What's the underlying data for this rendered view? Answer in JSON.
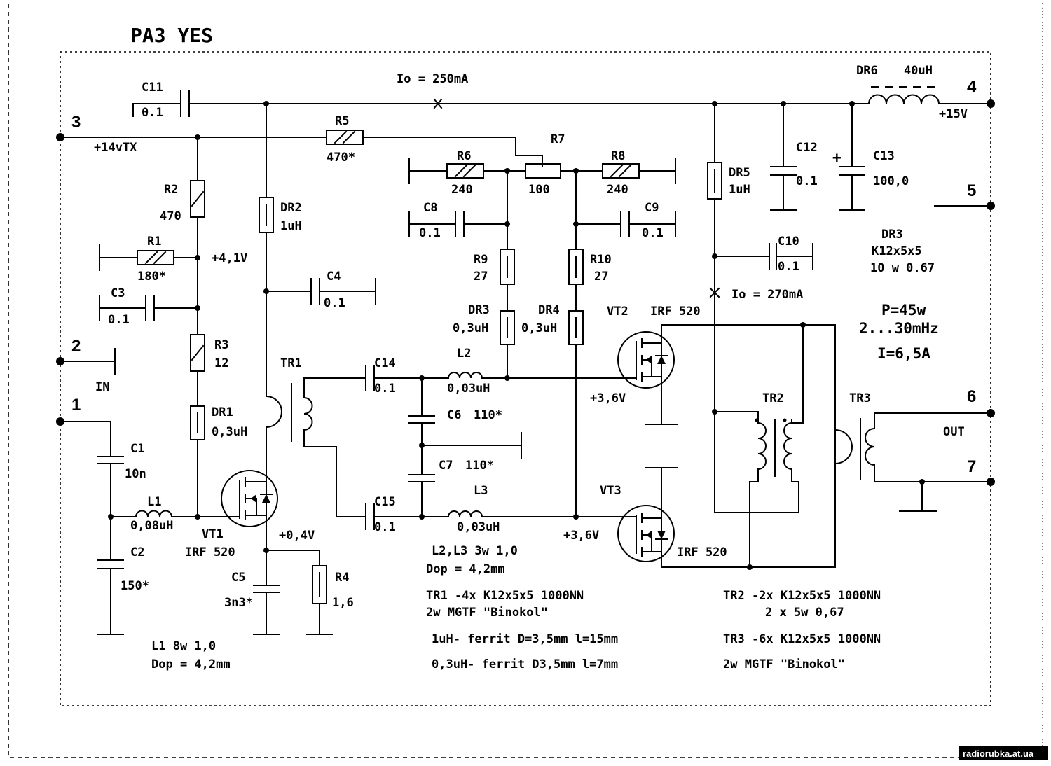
{
  "title": "PA3 YES",
  "watermark": "radiorubka.at.ua",
  "terminals": {
    "t1": "1",
    "t2": "2",
    "t3": "3",
    "t4": "4",
    "t5": "5",
    "t6": "6",
    "t7": "7",
    "in_label": "IN",
    "out_label": "OUT",
    "supply_tx": "+14vTX",
    "supply_15": "+15V"
  },
  "currents": {
    "io_250": "Io = 250mA",
    "io_270": "Io = 270mA"
  },
  "components": {
    "C1": {
      "ref": "C1",
      "val": "10n"
    },
    "C2": {
      "ref": "C2",
      "val": "150*"
    },
    "C3": {
      "ref": "C3",
      "val": "0.1"
    },
    "C4": {
      "ref": "C4",
      "val": "0.1"
    },
    "C5": {
      "ref": "C5",
      "val": "3n3*"
    },
    "C6": {
      "ref": "C6",
      "val": "110*"
    },
    "C7": {
      "ref": "C7",
      "val": "110*"
    },
    "C8": {
      "ref": "C8",
      "val": "0.1"
    },
    "C9": {
      "ref": "C9",
      "val": "0.1"
    },
    "C10": {
      "ref": "C10",
      "val": "0.1"
    },
    "C11": {
      "ref": "C11",
      "val": "0.1"
    },
    "C12": {
      "ref": "C12",
      "val": "0.1"
    },
    "C13": {
      "ref": "C13",
      "val": "100,0",
      "plus": "+"
    },
    "C14": {
      "ref": "C14",
      "val": "0.1"
    },
    "C15": {
      "ref": "C15",
      "val": "0.1"
    },
    "R1": {
      "ref": "R1",
      "val": "180*"
    },
    "R2": {
      "ref": "R2",
      "val": "470"
    },
    "R3": {
      "ref": "R3",
      "val": "12"
    },
    "R4": {
      "ref": "R4",
      "val": "1,6"
    },
    "R5": {
      "ref": "R5",
      "val": "470*"
    },
    "R6": {
      "ref": "R6",
      "val": "240"
    },
    "R7": {
      "ref": "R7",
      "val": "100"
    },
    "R8": {
      "ref": "R8",
      "val": "240"
    },
    "R9": {
      "ref": "R9",
      "val": "27"
    },
    "R10": {
      "ref": "R10",
      "val": "27"
    },
    "L1": {
      "ref": "L1",
      "val": "0,08uH"
    },
    "L2": {
      "ref": "L2",
      "val": "0,03uH"
    },
    "L3": {
      "ref": "L3",
      "val": "0,03uH"
    },
    "DR1": {
      "ref": "DR1",
      "val": "0,3uH"
    },
    "DR2": {
      "ref": "DR2",
      "val": "1uH"
    },
    "DR3": {
      "ref": "DR3",
      "val": "0,3uH"
    },
    "DR4": {
      "ref": "DR4",
      "val": "0,3uH"
    },
    "DR5": {
      "ref": "DR5",
      "val": "1uH"
    },
    "DR6": {
      "ref": "DR6",
      "val": "40uH"
    },
    "VT1": {
      "ref": "VT1",
      "val": "IRF 520"
    },
    "VT2": {
      "ref": "VT2",
      "val": "IRF 520"
    },
    "VT3": {
      "ref": "VT3",
      "val": "IRF 520"
    },
    "TR1": {
      "ref": "TR1"
    },
    "TR2": {
      "ref": "TR2"
    },
    "TR3": {
      "ref": "TR3"
    }
  },
  "voltages": {
    "v41": "+4,1V",
    "v04": "+0,4V",
    "v36a": "+3,6V",
    "v36b": "+3,6V"
  },
  "specs": {
    "power": "P=45w",
    "band": "2...30mHz",
    "current": "I=6,5A"
  },
  "notes": {
    "dr3_ref": "DR3",
    "dr3_core": "K12x5x5",
    "dr3_wind": "10 w  0.67",
    "l1_line1": "L1 8w 1,0",
    "l1_line2": "Dop = 4,2mm",
    "l23_line1": "L2,L3 3w 1,0",
    "l23_line2": "Dop = 4,2mm",
    "tr1_line1": "TR1 -4x K12x5x5 1000NN",
    "tr1_line2": "2w MGTF \"Binokol\"",
    "ferr1": "1uH- ferrit D=3,5mm l=15mm",
    "ferr2": "0,3uH- ferrit D3,5mm l=7mm",
    "tr2_line1": "TR2 -2x K12x5x5 1000NN",
    "tr2_line2": "2 x 5w 0,67",
    "tr3_line1": "TR3 -6x K12x5x5 1000NN",
    "tr3_line2": "2w  MGTF \"Binokol\""
  }
}
